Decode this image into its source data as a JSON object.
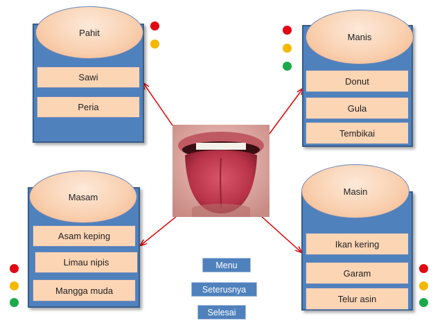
{
  "colors": {
    "panel": "#4f81bd",
    "item": "#fcd5b5",
    "arrow": "#e00000",
    "red": "#e30613",
    "amber": "#f5b800",
    "green": "#1aaa4a"
  },
  "panels": {
    "pahit": {
      "title": "Pahit",
      "items": [
        "Sawi",
        "Peria"
      ]
    },
    "manis": {
      "title": "Manis",
      "items": [
        "Donut",
        "Gula",
        "Tembikai"
      ]
    },
    "masam": {
      "title": "Masam",
      "items": [
        "Asam keping",
        "Limau nipis",
        "Mangga muda"
      ]
    },
    "masin": {
      "title": "Masin",
      "items": [
        "Ikan kering",
        "Garam",
        "Telur asin"
      ]
    }
  },
  "nav": {
    "menu": "Menu",
    "next": "Seterusnya",
    "done": "Selesai"
  },
  "icons": {
    "center_image": "tongue-image",
    "arrow": "arrow-icon"
  }
}
